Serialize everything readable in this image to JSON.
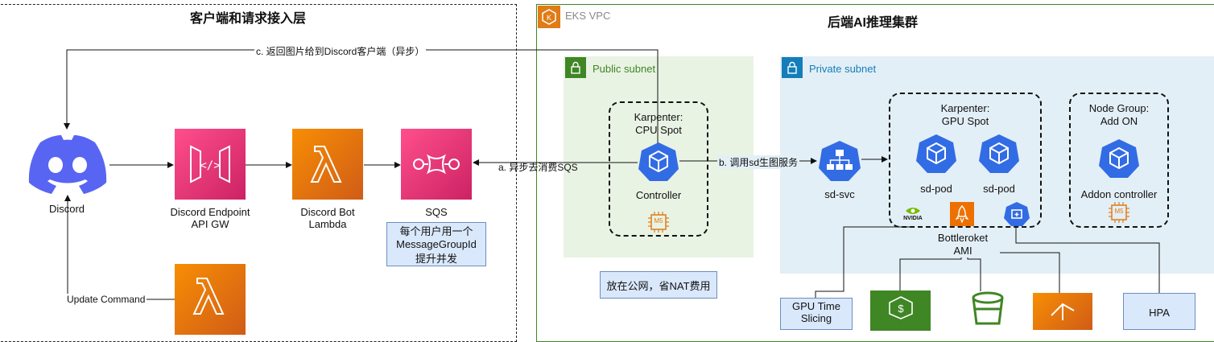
{
  "client_zone": {
    "title": "客户端和请求接入层"
  },
  "backend": {
    "title": "后端AI推理集群",
    "vpc_label": "EKS VPC"
  },
  "public_subnet": {
    "label": "Public subnet",
    "note": "放在公网，省NAT费用"
  },
  "private_subnet": {
    "label": "Private subnet"
  },
  "nodes": {
    "discord": "Discord",
    "api_gw": "Discord Endpoint\nAPI GW",
    "lambda": "Discord Bot\nLambda",
    "sqs": "SQS",
    "sqs_note": "每个用户用一个\nMessageGroupId\n提升并发",
    "karpenter_cpu": "Karpenter:\nCPU Spot",
    "controller": "Controller",
    "sd_svc": "sd-svc",
    "karpenter_gpu": "Karpenter:\nGPU Spot",
    "sd_pod_1": "sd-pod",
    "sd_pod_2": "sd-pod",
    "node_group": "Node Group:\nAdd ON",
    "addon_controller": "Addon controller",
    "bottlerocket": "Bottleroket\nAMI",
    "gpu_time_slicing": "GPU Time\nSlicing",
    "hpa": "HPA",
    "nvidia": "NVIDIA",
    "m5_1": "M5",
    "m5_2": "M5"
  },
  "edges": {
    "c": "c. 返回图片给到Discord客户端（异步）",
    "a": "a. 异步去消费SQS",
    "b": "b. 调用sd生图服务",
    "update": "Update Command"
  },
  "colors": {
    "discord": "#5865f2",
    "api_gw": "#e8336d",
    "lambda": "#ed7100",
    "sqs": "#e7157b",
    "k8s": "#326ce5",
    "note_fill": "#dae8fc",
    "public_subnet": "#e9f3e4",
    "private_subnet": "#e3eff6",
    "green": "#3f8624",
    "teal": "#147eba"
  }
}
